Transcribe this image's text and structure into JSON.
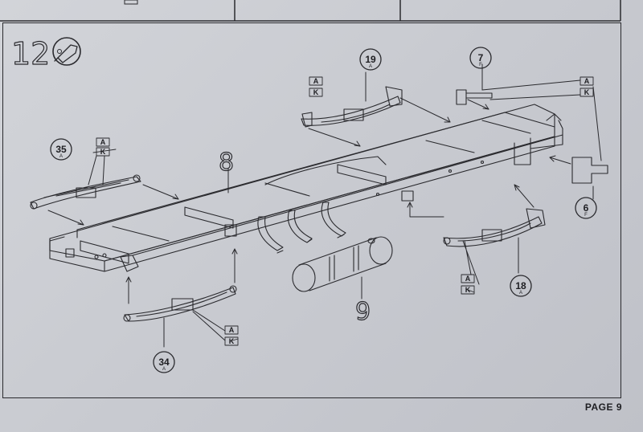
{
  "step": {
    "number": "12"
  },
  "page": {
    "label": "PAGE 9"
  },
  "callouts": [
    {
      "number": "35",
      "sub": "A"
    },
    {
      "number": "19",
      "sub": "A"
    },
    {
      "number": "7",
      "sub": "F"
    },
    {
      "number": "6",
      "sub": "F"
    },
    {
      "number": "18",
      "sub": "A"
    },
    {
      "number": "34",
      "sub": "A"
    }
  ],
  "part_labels": {
    "frame": "8",
    "tank": "9"
  },
  "tag_letters": {
    "a": "A",
    "k": "K"
  },
  "icons": [
    "glue-tube-icon"
  ]
}
